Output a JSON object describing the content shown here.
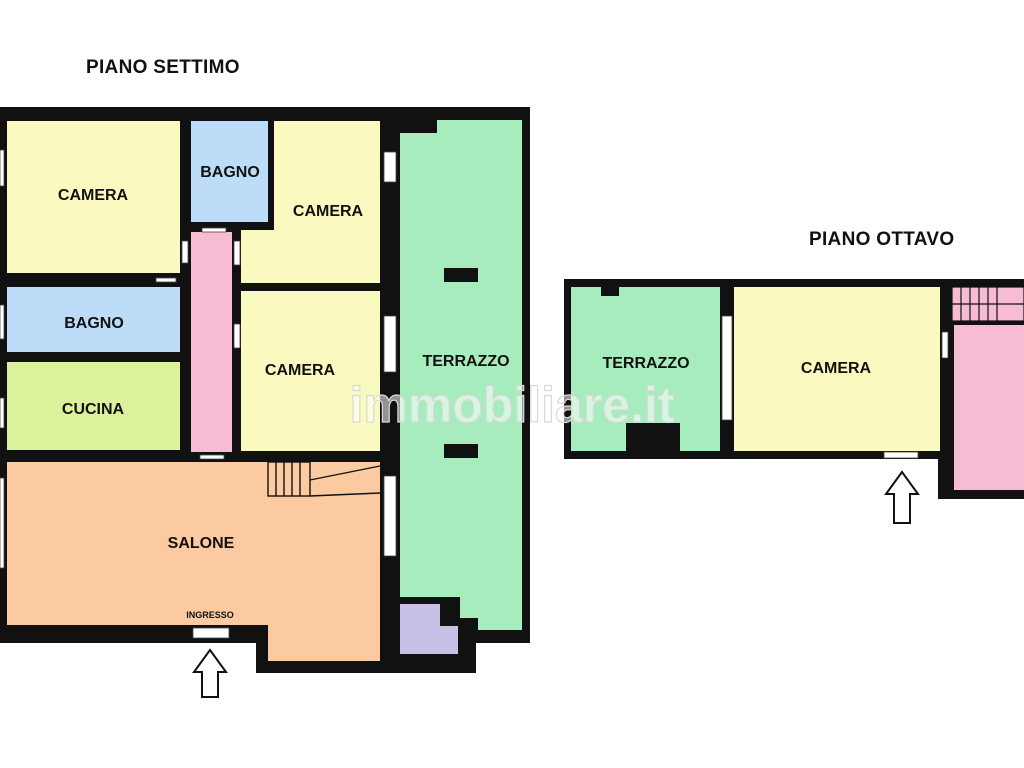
{
  "floors": {
    "seventh": {
      "title": "PIANO SETTIMO",
      "rooms": {
        "camera_1": "CAMERA",
        "bagno_1": "BAGNO",
        "camera_2": "CAMERA",
        "bagno_2": "BAGNO",
        "camera_3": "CAMERA",
        "cucina": "CUCINA",
        "terrazzo": "TERRAZZO",
        "salone": "SALONE"
      },
      "entrance_label": "INGRESSO"
    },
    "eighth": {
      "title": "PIANO OTTAVO",
      "rooms": {
        "terrazzo": "TERRAZZO",
        "camera": "CAMERA"
      }
    }
  },
  "watermark": "immobiliare.it",
  "colors": {
    "wall": "#111111",
    "camera": "#fafac0",
    "bagno": "#bcdcf8",
    "cucina": "#dcf29a",
    "corridor": "#f6bcd4",
    "salone": "#fccaa0",
    "terrazzo": "#a6ecbc",
    "storage": "#c8c0e6"
  },
  "icons": {
    "entrance_arrow": "arrow-up-icon"
  }
}
